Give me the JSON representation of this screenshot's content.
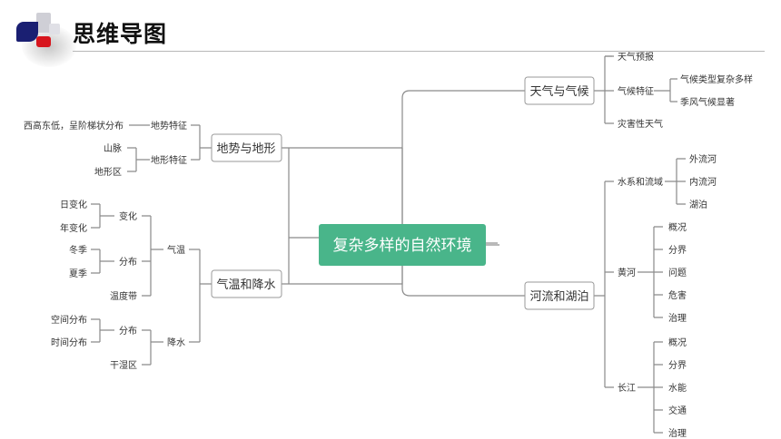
{
  "header": {
    "title": "思维导图"
  },
  "root": {
    "label": "复杂多样的自然环境"
  },
  "branches": {
    "weather": {
      "label": "天气与气候",
      "forecast": "天气预报",
      "climate_features": "气候特征",
      "diverse": "气候类型复杂多样",
      "monsoon": "季风气候显著",
      "disaster": "灾害性天气"
    },
    "terrain": {
      "label": "地势与地形",
      "terrain_feature": "地势特征",
      "terrain_desc": "西高东低，呈阶梯状分布",
      "landform_feature": "地形特征",
      "mountains": "山脉",
      "regions": "地形区"
    },
    "climate": {
      "label": "气温和降水",
      "temp": "气温",
      "change": "变化",
      "daily": "日变化",
      "yearly": "年变化",
      "distribution": "分布",
      "winter": "冬季",
      "summer": "夏季",
      "temp_zone": "温度带",
      "rain": "降水",
      "rain_distribution": "分布",
      "spatial": "空间分布",
      "temporal": "时间分布",
      "dry_wet": "干湿区"
    },
    "rivers": {
      "label": "河流和湖泊",
      "system": "水系和流域",
      "exterior": "外流河",
      "interior": "内流河",
      "lakes": "湖泊",
      "yellow": "黄河",
      "yellow_items": [
        "概况",
        "分界",
        "问题",
        "危害",
        "治理"
      ],
      "yangtze": "长江",
      "yangtze_items": [
        "概况",
        "分界",
        "水能",
        "交通",
        "治理"
      ]
    }
  },
  "colors": {
    "root_bg": "#49b58a",
    "line": "#8a8a8a",
    "box_border": "#9a9a9a",
    "text": "#333333"
  }
}
